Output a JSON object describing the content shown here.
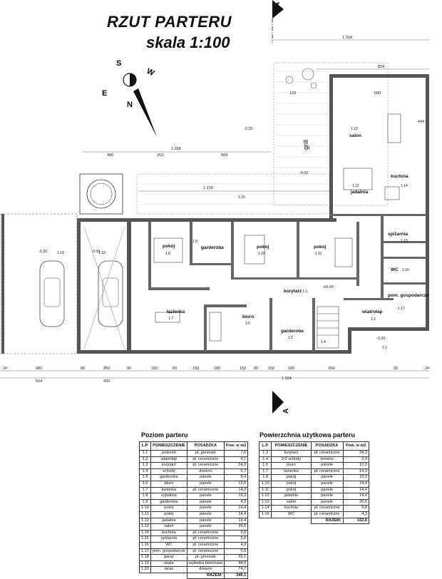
{
  "title": {
    "line1": "RZUT PARTERU",
    "line2": "skala 1:100"
  },
  "compass": {
    "s": "S",
    "w": "W",
    "e": "E",
    "n": "N"
  },
  "section_marker": "A",
  "rooms": [
    {
      "num": "1.1",
      "name": ""
    },
    {
      "num": "1.2",
      "name": "wiatrołap"
    },
    {
      "num": "1.3",
      "name": "korytarz"
    },
    {
      "num": "1.4",
      "name": ""
    },
    {
      "num": "1.5",
      "name": "garderoba"
    },
    {
      "num": "1.6",
      "name": "biuro"
    },
    {
      "num": "1.7",
      "name": "łazienka"
    },
    {
      "num": "1.8",
      "name": "pokój"
    },
    {
      "num": "1.9",
      "name": "garderoba"
    },
    {
      "num": "1.10",
      "name": "pokój"
    },
    {
      "num": "1.11",
      "name": "pokój"
    },
    {
      "num": "1.12",
      "name": "jadalnia"
    },
    {
      "num": "1.13",
      "name": "salon"
    },
    {
      "num": "1.14",
      "name": "kuchnia"
    },
    {
      "num": "1.15",
      "name": "spiżarnia"
    },
    {
      "num": "1.16",
      "name": "WC"
    },
    {
      "num": "1.17",
      "name": "pom. gospodarcze"
    },
    {
      "num": "1.18",
      "name": ""
    },
    {
      "num": "1.19",
      "name": ""
    },
    {
      "num": "1.20",
      "name": ""
    }
  ],
  "grill_label": "grill",
  "levels": [
    "-0.30",
    "-0.02",
    "±0.00",
    "-0.30",
    "-0.30",
    "-0.30"
  ],
  "dims_top": [
    "1 014",
    "854",
    "1 288",
    "1 218",
    "400",
    "262",
    "604",
    "120",
    "600",
    "444"
  ],
  "dims_bottom": [
    "24",
    "480",
    "90",
    "250",
    "90",
    "150",
    "90",
    "150",
    "180",
    "150",
    "90",
    "150",
    "180",
    "334",
    "90",
    "24",
    "504",
    "430",
    "1 924"
  ],
  "table1": {
    "title": "Poziom parteru",
    "headers": [
      "L.P.",
      "POMIESZCZENIE",
      "POSADZKA",
      "Pow. w m2"
    ],
    "rows": [
      [
        "1.1",
        "podcień",
        "pł. gresowe",
        "7,6"
      ],
      [
        "1.2",
        "wiatrołap",
        "pł. ceramiczne",
        "4,1"
      ],
      [
        "1.3",
        "korytarz",
        "pł. ceramiczne",
        "24,3"
      ],
      [
        "1.4",
        "schody",
        "drewno",
        "6,7"
      ],
      [
        "1.5",
        "garderoba",
        "panele",
        "8,4"
      ],
      [
        "1.6",
        "biuro",
        "panele",
        "12,0"
      ],
      [
        "1.7",
        "łazienka",
        "pł. ceramiczne",
        "14,3"
      ],
      [
        "1.8",
        "sypialnia",
        "panele",
        "16,3"
      ],
      [
        "1.9",
        "garderoba",
        "panele",
        "4,3"
      ],
      [
        "1.10",
        "pokój",
        "panele",
        "14,4"
      ],
      [
        "1.11",
        "pokój",
        "panele",
        "14,4"
      ],
      [
        "1.12",
        "jadalnia",
        "panele",
        "14,4"
      ],
      [
        "1.13",
        "salon",
        "panele",
        "26,6"
      ],
      [
        "1.14",
        "kuchnia",
        "pł. ceramiczne",
        "9,8"
      ],
      [
        "1.15",
        "spiżarnia",
        "pł. ceramiczne",
        "5,0"
      ],
      [
        "1.16",
        "WC",
        "pł. ceramiczne",
        "4,3"
      ],
      [
        "1.17",
        "pom. gospodarcze",
        "pł. ceramiczne",
        "5,6"
      ],
      [
        "1.18",
        "garaż",
        "pł. gresowe",
        "33,1"
      ],
      [
        "1.19",
        "wiata",
        "wylewka betonowa",
        "44,6"
      ],
      [
        "1.20",
        "taras",
        "drewno",
        "74,7"
      ]
    ],
    "total_label": "RAZEM:",
    "total": "346,1"
  },
  "table2": {
    "title": "Powierzchnia użytkowa parteru",
    "headers": [
      "L.P.",
      "POMIESZCZENIE",
      "POSADZKA",
      "Pow. w m2"
    ],
    "rows": [
      [
        "1.3",
        "korytarz",
        "pł. ceramiczne",
        "24,3"
      ],
      [
        "1.4",
        "1/2 schody",
        "drewno",
        "3,4"
      ],
      [
        "1.6",
        "biuro",
        "panele",
        "12,0"
      ],
      [
        "1.7",
        "łazienka",
        "pł. ceramiczne",
        "14,3"
      ],
      [
        "1.8",
        "pokój",
        "panele",
        "16,3"
      ],
      [
        "1.10",
        "pokój",
        "panele",
        "14,4"
      ],
      [
        "1.11",
        "pokój",
        "panele",
        "14,4"
      ],
      [
        "1.12",
        "jadalnia",
        "panele",
        "14,4"
      ],
      [
        "1.13",
        "salon",
        "panele",
        "26,6"
      ],
      [
        "1.14",
        "kuchnia",
        "pł. ceramiczne",
        "9,8"
      ],
      [
        "1.16",
        "WC",
        "pł. ceramiczne",
        "4,3"
      ]
    ],
    "total_label": "RAZEM:",
    "total": "162,6"
  }
}
